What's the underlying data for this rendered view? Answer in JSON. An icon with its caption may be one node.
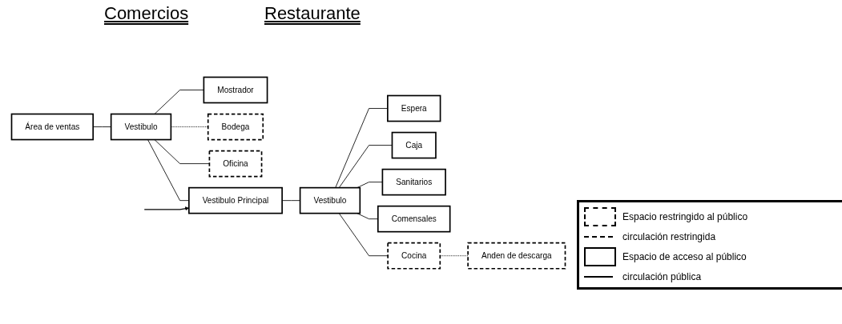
{
  "diagram": {
    "nodes": [
      {
        "text": [
          "Mostrador"
        ]
      },
      {
        "text": [
          "Área de ventas"
        ]
      },
      {
        "text": [
          "Vestibulo"
        ]
      },
      {
        "text": [
          "Bodega"
        ]
      },
      {
        "text": [
          "Oficina"
        ]
      },
      {
        "text": [
          "Vestibulo Principal"
        ]
      },
      {
        "text": [
          "Vestibulo"
        ]
      },
      {
        "text": [
          "Espera"
        ]
      },
      {
        "text": [
          "Caja"
        ]
      },
      {
        "text": [
          "Sanitarios"
        ]
      },
      {
        "text": [
          "Comensales"
        ]
      },
      {
        "text": [
          "Cocina"
        ]
      },
      {
        "text": [
          "Anden de descarga"
        ]
      }
    ],
    "edges": [
      {
        "from": null,
        "to": 5,
        "arrow": "to"
      },
      {
        "from": 2,
        "to": 0,
        "arrow": "none"
      },
      {
        "from": 1,
        "to": 2,
        "arrow": "none"
      },
      {
        "from": 2,
        "to": 3,
        "arrow": "none",
        "style": "dashed"
      },
      {
        "from": 2,
        "to": 4,
        "arrow": "none"
      },
      {
        "from": 2,
        "to": 5,
        "arrow": "none"
      },
      {
        "from": 5,
        "to": 6,
        "arrow": "none"
      },
      {
        "from": 6,
        "to": 7,
        "arrow": "none"
      },
      {
        "from": 6,
        "to": 8,
        "arrow": "none"
      },
      {
        "from": 6,
        "to": 9,
        "arrow": "none"
      },
      {
        "from": 6,
        "to": 10,
        "arrow": "none"
      },
      {
        "from": 6,
        "to": 11,
        "arrow": "none"
      },
      {
        "from": 11,
        "to": 12,
        "arrow": "none",
        "style": "dashed"
      }
    ],
    "labels": [
      "Comercios",
      "Restaurante"
    ],
    "legend": [
      {
        "text": "Espacio restringido al público"
      },
      {
        "text": "circulación restringida"
      },
      {
        "text": "Espacio de acceso al público"
      },
      {
        "text": "circulación pública"
      }
    ]
  }
}
